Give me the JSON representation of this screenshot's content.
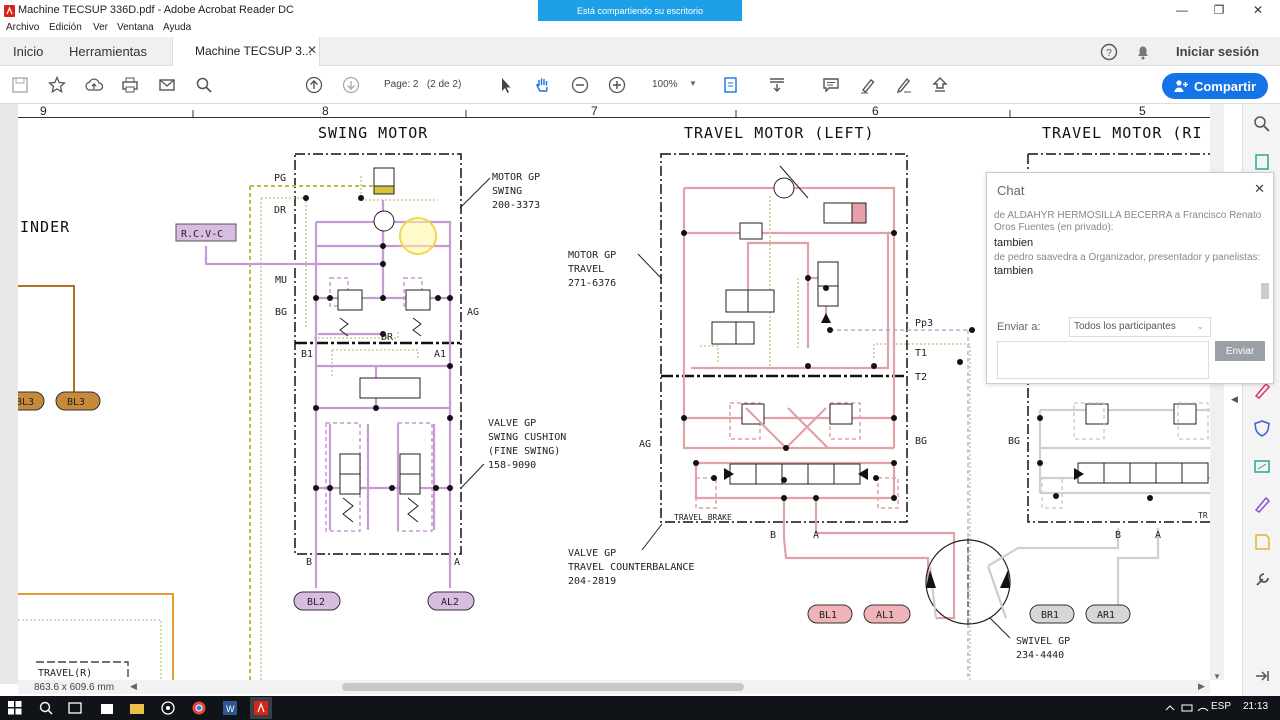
{
  "window": {
    "title": "Machine TECSUP 336D.pdf - Adobe Acrobat Reader DC",
    "sharing_banner": "Está compartiendo su escritorio"
  },
  "menu": [
    "Archivo",
    "Edición",
    "Ver",
    "Ventana",
    "Ayuda"
  ],
  "tabs": {
    "home": "Inicio",
    "tools": "Herramientas",
    "document": "Machine TECSUP 3..."
  },
  "header_right": {
    "signin": "Iniciar sesión"
  },
  "toolbar": {
    "page_label": "Page: 2",
    "page_of": "(2 de 2)",
    "zoom": "100%",
    "share": "Compartir"
  },
  "ruler": [
    "9",
    "8",
    "7",
    "6",
    "5"
  ],
  "schematic": {
    "titles": {
      "swing": "SWING MOTOR",
      "travel_left": "TRAVEL MOTOR (LEFT)",
      "travel_right": "TRAVEL MOTOR (RI"
    },
    "inder": "INDER",
    "rcvc": "R.C.V-C",
    "motor_gp_swing": [
      "MOTOR GP",
      "SWING",
      "200-3373"
    ],
    "motor_gp_travel": [
      "MOTOR GP",
      "TRAVEL",
      "271-6376"
    ],
    "valve_swing_cushion": [
      "VALVE GP",
      "SWING CUSHION",
      "(FINE SWING)",
      "158-9090"
    ],
    "valve_travel_cb": [
      "VALVE GP",
      "TRAVEL COUNTERBALANCE",
      "204-2819"
    ],
    "swivel": [
      "SWIVEL GP",
      "234-4440"
    ],
    "ports": {
      "pg": "PG",
      "dr": "DR",
      "mu": "MU",
      "bg": "BG",
      "ag": "AG",
      "dr2": "DR",
      "b1": "B1",
      "a1": "A1",
      "b": "B",
      "a": "A",
      "ag_t": "AG",
      "bg_t": "BG",
      "pp3": "Pp3",
      "t1": "T1",
      "t2": "T2",
      "b_t": "B",
      "a_t": "A",
      "bg_r": "BG",
      "b_r": "B",
      "a_r": "A",
      "tr": "TR"
    },
    "travel_brake": "TRAVEL BRAKE",
    "pills": {
      "bl3a": "BL3",
      "bl3b": "BL3",
      "bl2": "BL2",
      "al2": "AL2",
      "bl1": "BL1",
      "al1": "AL1",
      "br1": "BR1",
      "ar1": "AR1"
    },
    "travel_r": "TRAVEL(R)"
  },
  "status": {
    "page_size": "863.6 x 609.6 mm"
  },
  "chat": {
    "title": "Chat",
    "messages": [
      {
        "from": "de ALDAHYR HERMOSILLA BECERRA a Francisco Renato Oros Fuentes (en privado):",
        "text": "tambien"
      },
      {
        "from": "de pedro saavedra a Organizador, presentador y panelistas:",
        "text": "tambien"
      }
    ],
    "send_to_label": "Enviar a:",
    "send_to_value": "Todos los participantes",
    "send_button": "Enviar"
  },
  "taskbar": {
    "lang": "ESP",
    "time": "21:13"
  },
  "colors": {
    "accent": "#1473e6",
    "banner": "#1ea0e8",
    "violet": "#c8a2d0",
    "pink": "#e8a0a8",
    "olive": "#b8b890",
    "orange": "#d9962e"
  }
}
